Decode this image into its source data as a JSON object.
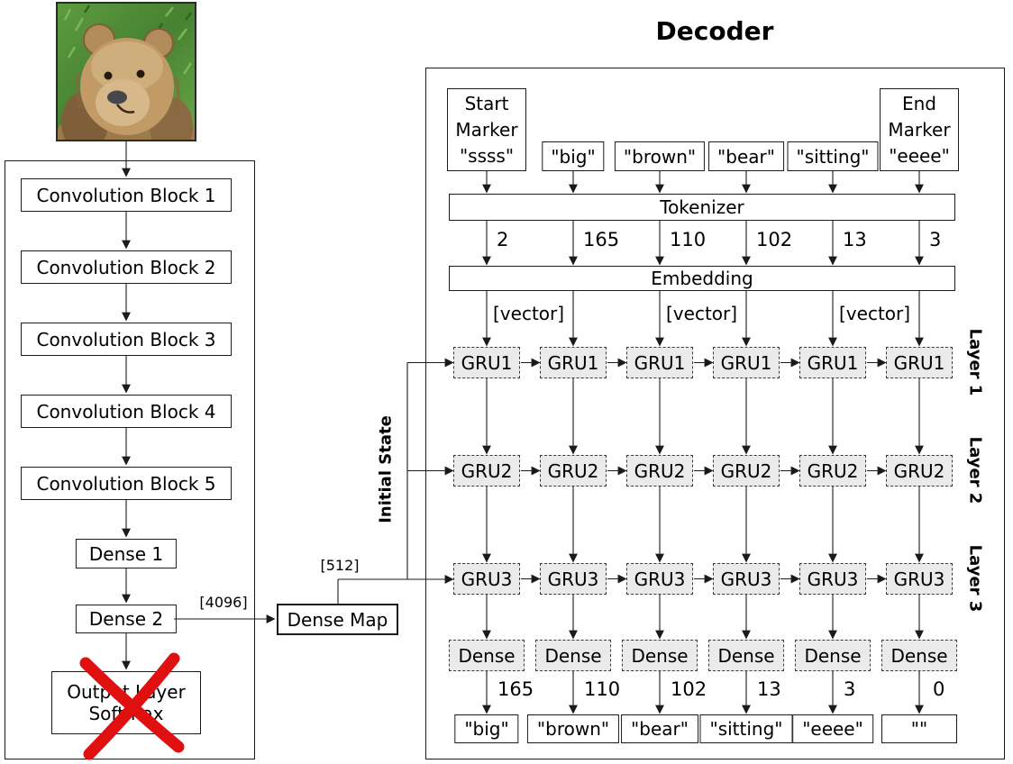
{
  "title": "Decoder",
  "colors": {
    "cross_red": "#e01010",
    "recurrent_fill": "#eaeaea"
  },
  "encoder": {
    "conv_blocks": [
      "Convolution Block 1",
      "Convolution Block 2",
      "Convolution Block 3",
      "Convolution Block 4",
      "Convolution Block 5"
    ],
    "dense1": "Dense 1",
    "dense2": "Dense 2",
    "dense2_output_size": "[4096]",
    "output_layer_line1": "Output Layer",
    "output_layer_line2": "Softmax"
  },
  "bridge": {
    "dense_map": "Dense Map",
    "dense_map_output_size": "[512]",
    "initial_state": "Initial State"
  },
  "decoder": {
    "tokenizer": "Tokenizer",
    "embedding": "Embedding",
    "vector_label": "[vector]",
    "layer_labels": [
      "Layer 1",
      "Layer 2",
      "Layer 3"
    ],
    "start_marker": {
      "line1": "Start",
      "line2": "Marker",
      "line3": "\"ssss\""
    },
    "end_marker": {
      "line1": "End",
      "line2": "Marker",
      "line3": "\"eeee\""
    },
    "input_tokens": [
      "\"big\"",
      "\"brown\"",
      "\"bear\"",
      "\"sitting\""
    ],
    "token_ids": [
      "2",
      "165",
      "110",
      "102",
      "13",
      "3"
    ],
    "gru_labels": {
      "layer1": "GRU1",
      "layer2": "GRU2",
      "layer3": "GRU3"
    },
    "dense_label": "Dense",
    "output_ids": [
      "165",
      "110",
      "102",
      "13",
      "3",
      "0"
    ],
    "output_words": [
      "\"big\"",
      "\"brown\"",
      "\"bear\"",
      "\"sitting\"",
      "\"eeee\"",
      "\"\""
    ]
  }
}
